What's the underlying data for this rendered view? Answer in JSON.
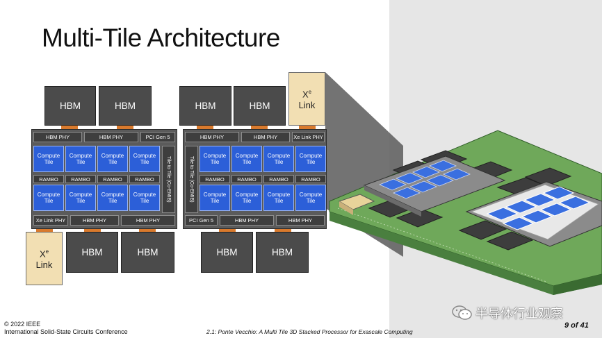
{
  "slide": {
    "title": "Multi-Tile Architecture",
    "page_number": "9 of 41"
  },
  "diagram": {
    "hbm_label": "HBM",
    "xe_link_label_prefix": "X",
    "xe_link_label_sup": "e",
    "xe_link_label_word": "Link",
    "left_tile": {
      "top_phys": [
        "HBM PHY",
        "HBM PHY",
        "PCI Gen 5"
      ],
      "bottom_phys": [
        "Xe Link PHY",
        "HBM PHY",
        "HBM PHY"
      ],
      "side_link": "Tile to Tile (Co-EMIB)"
    },
    "right_tile": {
      "top_phys": [
        "HBM PHY",
        "HBM PHY",
        "Xe Link PHY"
      ],
      "bottom_phys": [
        "PCI Gen 5",
        "HBM PHY",
        "HBM PHY"
      ],
      "side_link": "Tile to Tile (Co-EMIB)"
    },
    "compute_line1": "Compute",
    "compute_line2": "Tile",
    "rambo_label": "RAMBO"
  },
  "footer": {
    "copyright": "© 2022 IEEE",
    "conference": "International Solid-State Circuits Conference",
    "paper": "2.1: Ponte Vecchio: A Multi Tile 3D Stacked Processor for Exascale Computing",
    "watermark": "半导体行业观察"
  },
  "colors": {
    "compute_blue": "#2c5fd8",
    "hbm_gray": "#4b4b4b",
    "xe_tan": "#f2dfb3",
    "connector_orange": "#d97a2d",
    "board_green": "#6fa85a"
  }
}
